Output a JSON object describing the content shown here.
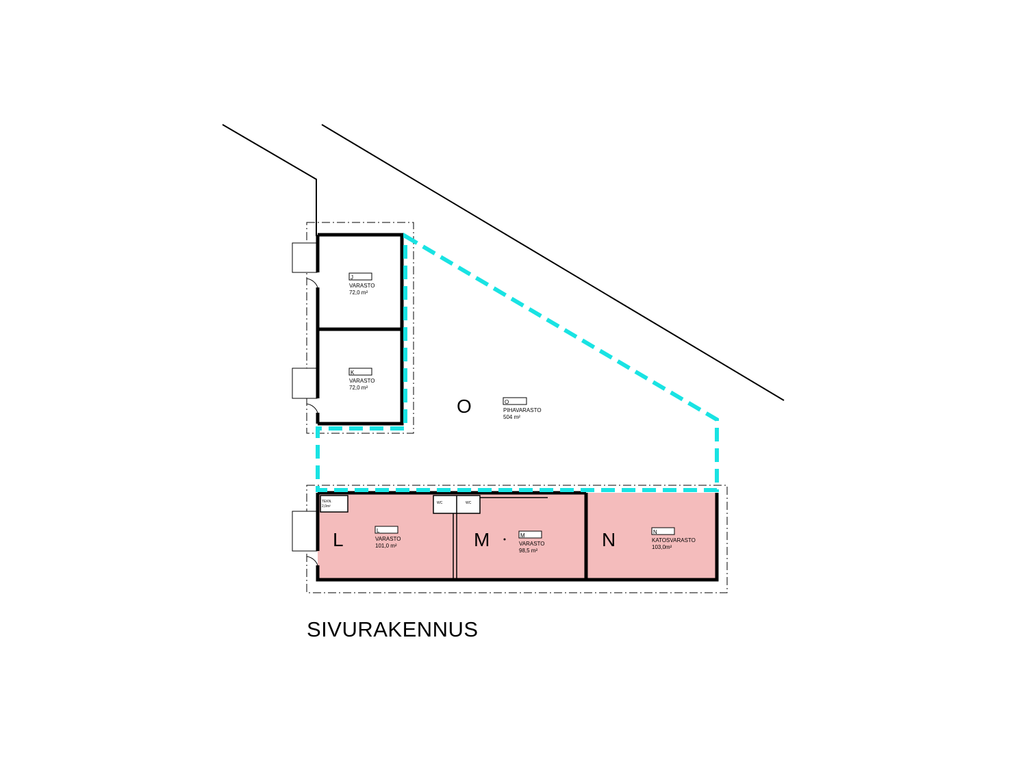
{
  "building_title": "SIVURAKENNUS",
  "highlight_color": "#19e3e3",
  "room_fill_color": "#f4bcbc",
  "rooms": {
    "J": {
      "code": "J",
      "name": "VARASTO",
      "area": "72,0  m²"
    },
    "K": {
      "code": "K",
      "name": "VARASTO",
      "area": "72,0  m²"
    },
    "L": {
      "letter": "L",
      "code": "L",
      "name": "VARASTO",
      "area": "101,0 m²"
    },
    "M": {
      "letter": "M",
      "code": "M",
      "name": "VARASTO",
      "area": "98,5  m²"
    },
    "N": {
      "letter": "N",
      "code": "N",
      "name": "KATOSVARASTO",
      "area": "103,0m²"
    },
    "O": {
      "letter": "O",
      "code": "O",
      "name": "PIHAVARASTO",
      "area": "504   m²"
    }
  },
  "small_room": {
    "name": "TEKN.",
    "area": "2,0m²"
  },
  "wc_labels": [
    "WC",
    "WC"
  ]
}
